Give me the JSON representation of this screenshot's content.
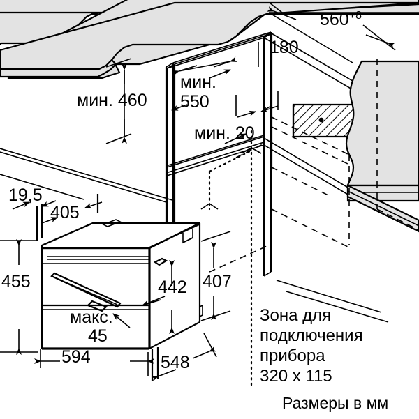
{
  "figure": {
    "title": "Installation dimensions diagram for built-in oven",
    "units_note": "Размеры в мм",
    "connection_zone": {
      "line1": "Зона для",
      "line2": "подключения",
      "line3": "прибора",
      "line4": "320 x 115"
    }
  },
  "dimensions": {
    "niche_depth": "560",
    "niche_depth_tolerance": "+8",
    "shelf_offset": "180",
    "min_width_label": "мин.",
    "min_width_value": "460",
    "min_height_label": "мин.",
    "min_height_value": "550",
    "min_gap_label": "мин. 20",
    "front_overhang": "19,5",
    "top_depth": "405",
    "appliance_height": "455",
    "body_height": "442",
    "niche_height": "407",
    "appliance_width": "594",
    "appliance_depth": "548",
    "max_label": "макс.",
    "max_value": "45"
  },
  "colors": {
    "line": "#000000",
    "panel": "#e3e3e3",
    "background": "#ffffff"
  }
}
